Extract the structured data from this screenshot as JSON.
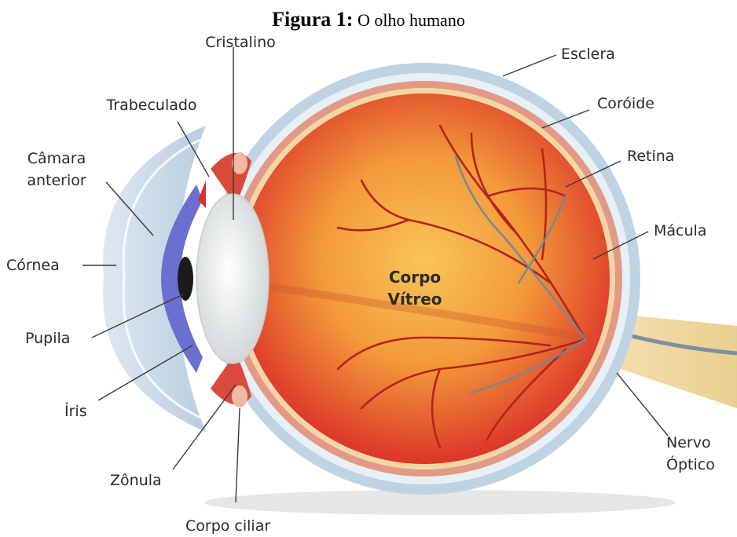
{
  "caption": {
    "number": "Figura 1:",
    "text": "O olho humano"
  },
  "labels": {
    "cristalino": "Cristalino",
    "trabeculado": "Trabeculado",
    "camara_line1": "Câmara",
    "camara_line2": "anterior",
    "cornea": "Córnea",
    "pupila": "Pupila",
    "iris": "Íris",
    "zonula": "Zônula",
    "corpo_ciliar": "Corpo ciliar",
    "esclera": "Esclera",
    "coroide": "Coróide",
    "retina": "Retina",
    "macula": "Mácula",
    "nervo_line1": "Nervo",
    "nervo_line2": "Óptico",
    "vitreo_line1": "Corpo",
    "vitreo_line2": "Vítreo"
  },
  "colors": {
    "sclera": "#bfd3e3",
    "choroid": "#e29a86",
    "retina": "#f3d6a6",
    "vitreous_inner": "#f6a13b",
    "vitreous_outer": "#d9302a",
    "lens": "#ecefef",
    "iris": "#6b6fd0",
    "nerve": "#f2dca8",
    "vessel": "#b4231d"
  }
}
